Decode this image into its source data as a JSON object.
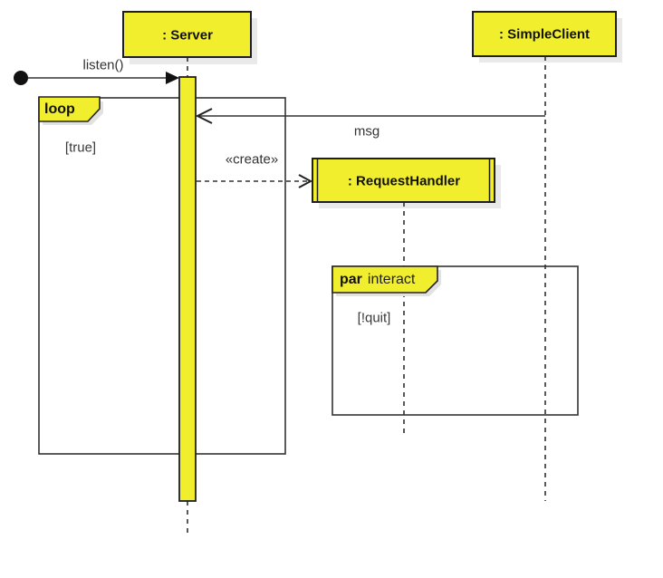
{
  "diagram": {
    "kind": "uml-sequence-diagram",
    "colors": {
      "element_fill": "#F1EE2E",
      "border": "#222222",
      "line": "#333333",
      "shadow": "#E9E9E9",
      "background": "#FFFFFF"
    },
    "participants": [
      {
        "label": ": Server"
      },
      {
        "label": ": SimpleClient"
      },
      {
        "label": ": RequestHandler"
      }
    ],
    "messages": [
      {
        "label": "listen()",
        "from": "start-node",
        "to": ": Server",
        "kind": "sync-solid-filled-arrow"
      },
      {
        "label": "msg",
        "from": ": SimpleClient",
        "to": ": Server",
        "kind": "async-solid-open-arrow"
      },
      {
        "label": "«create»",
        "from": ": Server",
        "to": ": RequestHandler",
        "kind": "create-dashed-open-arrow"
      }
    ],
    "fragments": [
      {
        "operator": "loop",
        "name": "",
        "guard": "[true]"
      },
      {
        "operator": "par",
        "name": "interact",
        "guard": "[!quit]"
      }
    ]
  }
}
